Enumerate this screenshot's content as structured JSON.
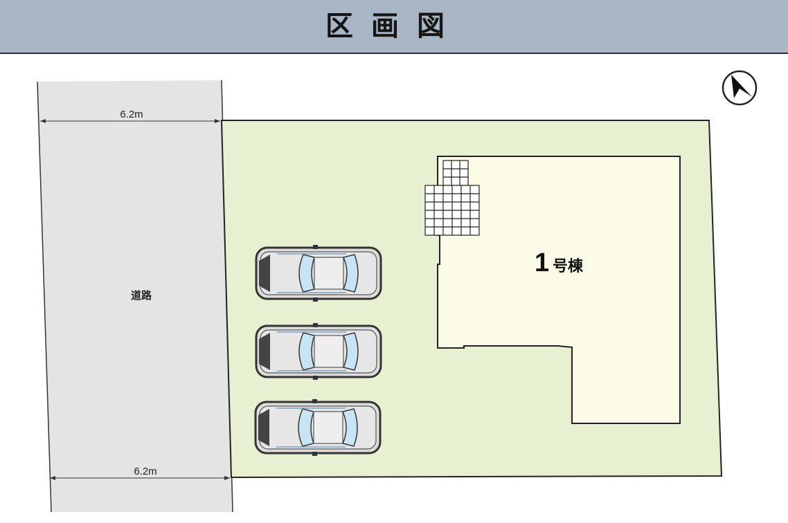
{
  "header": {
    "title": "区画図"
  },
  "road": {
    "label": "道路",
    "width_top": "6.2m",
    "width_bottom": "6.2m"
  },
  "building": {
    "number": "1",
    "suffix": "号棟"
  },
  "parking": {
    "cars": [
      "car-1",
      "car-2",
      "car-3"
    ]
  },
  "compass": {
    "icon": "north-arrow-icon"
  },
  "colors": {
    "header_bg": "#a8b6c6",
    "lot": "#e8f0d2",
    "building": "#fbfbe8",
    "road": "#e4e4e4",
    "glass": "#c7e4f4"
  }
}
